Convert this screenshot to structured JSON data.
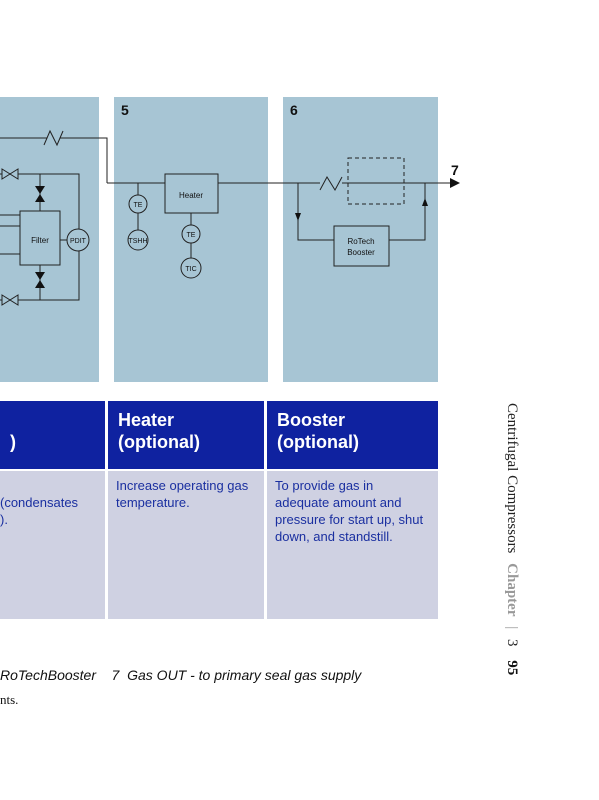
{
  "diagram": {
    "block_numbers": [
      "5",
      "6",
      "7"
    ],
    "labels": {
      "filter": "Filter",
      "pdit": "PDIT",
      "heater": "Heater",
      "te_1": "TE",
      "tshh": "TSHH",
      "te_2": "TE",
      "tic": "TIC",
      "booster_line1": "RoTech",
      "booster_line2": "Booster"
    },
    "panel_color": "#a7c5d4"
  },
  "table": {
    "header_color": "#0f22a0",
    "body_color": "#cfd1e2",
    "col1": {
      "header_line": ")",
      "body": "(condensates\n)."
    },
    "col2": {
      "header_line1": "Heater",
      "header_line2": "(optional)",
      "body": "Increase operating gas temperature."
    },
    "col3": {
      "header_line1": "Booster",
      "header_line2": "(optional)",
      "body": "To provide gas in adequate amount and pressure for start up, shut down, and standstill."
    }
  },
  "caption": "RoTechBooster    7  Gas OUT - to primary seal gas supply",
  "note": "nts.",
  "running_head": {
    "title": "Centrifugal Compressors",
    "chapter_word": "Chapter",
    "chapter_num": "3",
    "page_num": "95"
  }
}
